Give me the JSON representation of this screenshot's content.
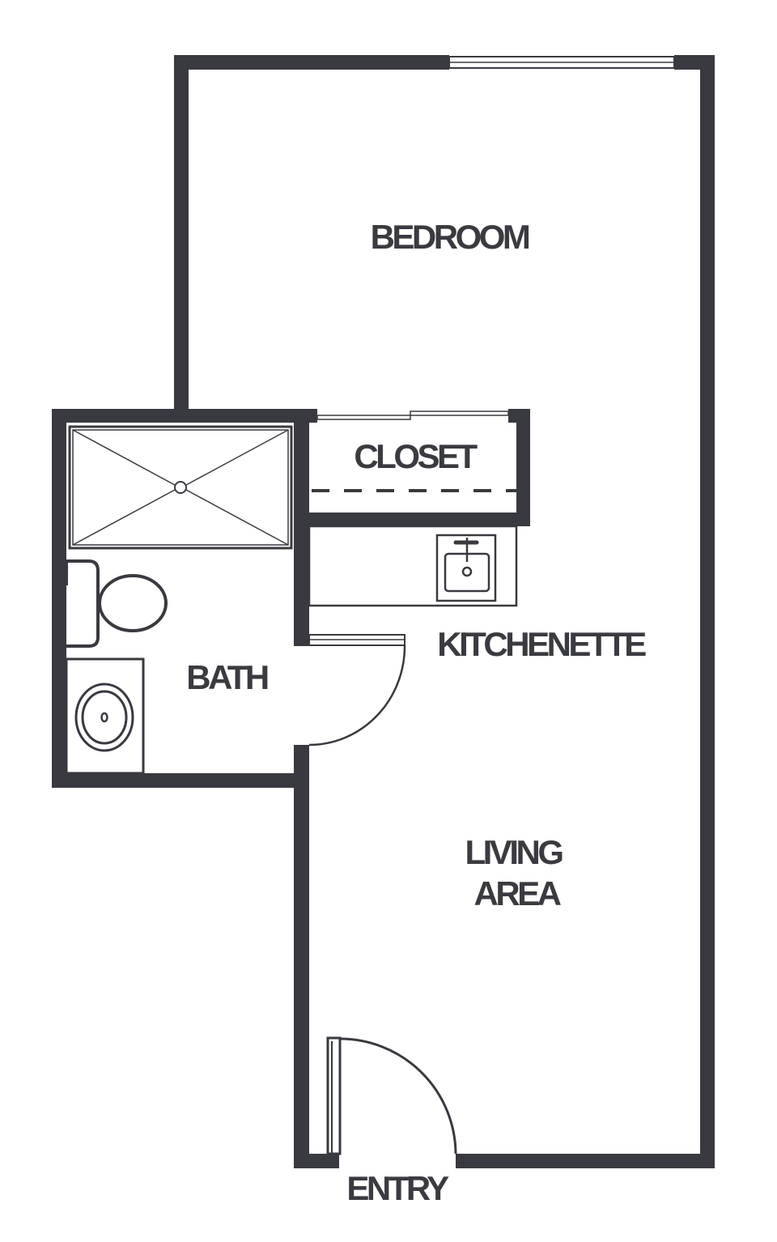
{
  "colors": {
    "wall": "#393a40",
    "background": "#ffffff"
  },
  "rooms": {
    "bedroom": "BEDROOM",
    "closet": "CLOSET",
    "kitchenette": "KITCHENETTE",
    "bath": "BATH",
    "living_line1": "LIVING",
    "living_line2": "AREA",
    "entry": "ENTRY"
  },
  "fixtures": [
    "window",
    "sliding-closet-door",
    "kitchen-sink",
    "shower",
    "toilet",
    "bath-sink",
    "bath-door",
    "entry-door"
  ]
}
